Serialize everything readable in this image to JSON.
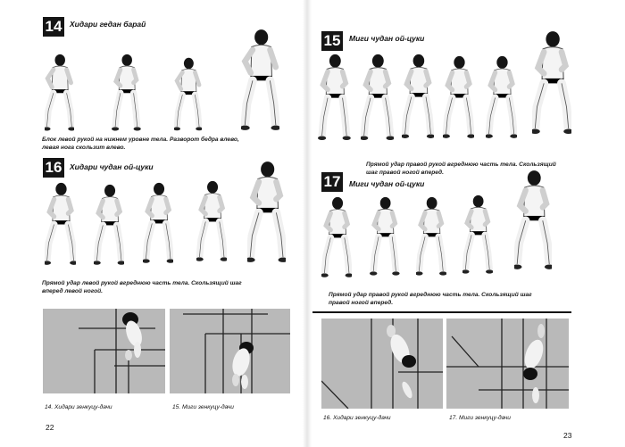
{
  "panels": [
    {
      "number": "14",
      "title": "Хидари гедан барай",
      "caption": "Блок левой рукой на нижнем уровне тела. Разворот бедра влево,\nлевая нога скользит влево."
    },
    {
      "number": "16",
      "title": "Хидари чудан ой-цуки",
      "caption": "Прямой удар левой рукой вгреднюю часть тела. Скользящий шаг\nвперед левой ногой."
    },
    {
      "number": "15",
      "title": "Миги чудан ой-цуки",
      "caption": "Прямой удар правой рукой вгреднюю часть тела. Скользящий\nшаг правой ногой вперед."
    },
    {
      "number": "17",
      "title": "Миги чудан ой-цуки",
      "caption": "Прямой удар правой рукой вгреднюю часть тела. Скользящий шаг\nправой ногой вперед."
    }
  ],
  "photos": [
    {
      "caption": "14. Хидари зенкуцу-дачи"
    },
    {
      "caption": "15. Миги зенкуцу-дачи"
    },
    {
      "caption": "16. Хидари зенкуцу-дачи"
    },
    {
      "caption": "17. Миги зенкуцу-дачи"
    }
  ],
  "page_numbers": {
    "left": "22",
    "right": "23"
  },
  "colors": {
    "ink": "#111111",
    "photo_bg": "#b9b9b9",
    "belt": "#000000"
  }
}
